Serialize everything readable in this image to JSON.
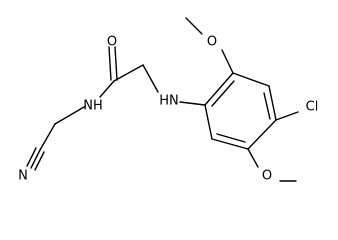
{
  "molecule": {
    "labels": {
      "carbonyl_oxygen": "O",
      "amide_nh": "NH",
      "amine_hn": "HN",
      "nitrile_n": "N",
      "methoxy_top": "O",
      "methoxy_bottom": "O",
      "chloro": "Cl"
    },
    "colors": {
      "bond": "#000000",
      "text": "#000000",
      "background": "#ffffff"
    }
  }
}
